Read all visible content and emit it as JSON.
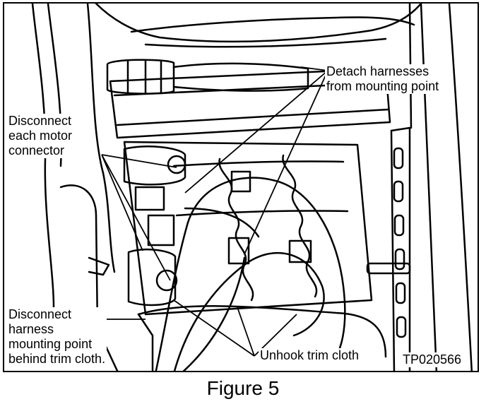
{
  "callouts": {
    "detach_harnesses": [
      "Detach harnesses",
      "from mounting point"
    ],
    "disconnect_motor": [
      "Disconnect",
      "each motor",
      "connector"
    ],
    "disconnect_harness": [
      "Disconnect",
      "harness",
      "mounting point",
      "behind trim cloth."
    ],
    "unhook_trim": "Unhook trim cloth"
  },
  "part_number": "TP020566",
  "caption": "Figure 5"
}
